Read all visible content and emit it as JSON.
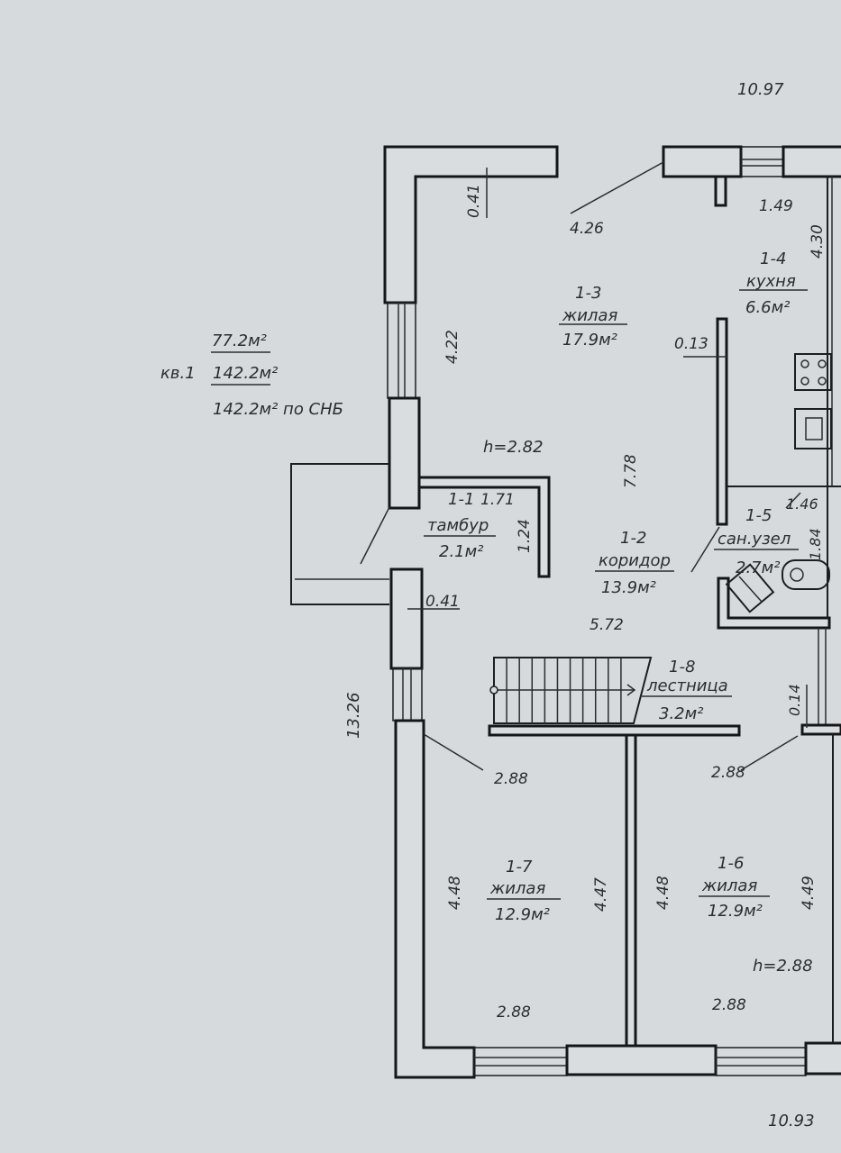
{
  "summary": {
    "living_area": "77.2м²",
    "apartment": "кв.1",
    "total_area": "142.2м²",
    "total_snb": "142.2м² по СНБ"
  },
  "dimensions": {
    "top_overall": "10.97",
    "bottom_overall": "10.93",
    "left_overall": "13.26",
    "ceiling_upper": "h=2.82",
    "ceiling_lower": "h=2.88",
    "wall_041_top": "0.41",
    "wall_041_mid": "0.41",
    "d_426": "4.26",
    "d_149": "1.49",
    "d_430": "4.30",
    "d_422": "4.22",
    "d_013": "0.13",
    "d_778": "7.78",
    "d_171": "1.71",
    "d_124": "1.24",
    "d_146": "1.46",
    "d_184": "1.84",
    "d_572": "5.72",
    "d_014": "0.14",
    "d_288_a": "2.88",
    "d_288_b": "2.88",
    "d_288_c": "2.88",
    "d_288_d": "2.88",
    "d_448_a": "4.48",
    "d_447": "4.47",
    "d_448_b": "4.48",
    "d_449": "4.49"
  },
  "rooms": [
    {
      "id": "1-1",
      "name": "тамбур",
      "area": "2.1м²"
    },
    {
      "id": "1-2",
      "name": "коридор",
      "area": "13.9м²"
    },
    {
      "id": "1-3",
      "name": "жилая",
      "area": "17.9м²"
    },
    {
      "id": "1-4",
      "name": "кухня",
      "area": "6.6м²"
    },
    {
      "id": "1-5",
      "name": "сан.узел",
      "area": "2.7м²"
    },
    {
      "id": "1-6",
      "name": "жилая",
      "area": "12.9м²"
    },
    {
      "id": "1-7",
      "name": "жилая",
      "area": "12.9м²"
    },
    {
      "id": "1-8",
      "name": "лестница",
      "area": "3.2м²"
    }
  ],
  "colors": {
    "paper": "#d6dadd",
    "ink": "#141618",
    "text": "#2b2e31"
  }
}
